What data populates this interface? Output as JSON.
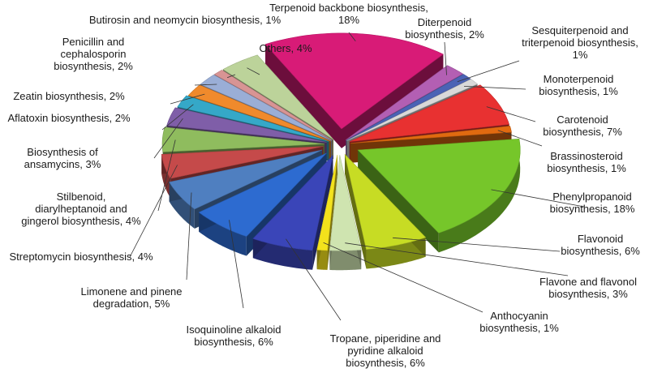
{
  "chart_data": {
    "type": "pie",
    "style": "3d-exploded",
    "slices": [
      {
        "label": "Terpenoid backbone biosynthesis, 18%",
        "value": 18,
        "color": "#d81b77"
      },
      {
        "label": "Diterpenoid biosynthesis, 2%",
        "value": 2,
        "color": "#b35fb3"
      },
      {
        "label": "Sesquiterpenoid and triterpenoid biosynthesis, 1%",
        "value": 1,
        "color": "#4b63b5"
      },
      {
        "label": "Monoterpenoid biosynthesis, 1%",
        "value": 1,
        "color": "#d9d9d9"
      },
      {
        "label": "Carotenoid biosynthesis, 7%",
        "value": 7,
        "color": "#e83131"
      },
      {
        "label": "Brassinosteroid biosynthesis, 1%",
        "value": 1,
        "color": "#e06a10"
      },
      {
        "label": "Phenylpropanoid biosynthesis, 18%",
        "value": 18,
        "color": "#76c62a"
      },
      {
        "label": "Flavonoid biosynthesis, 6%",
        "value": 6,
        "color": "#c7dc24"
      },
      {
        "label": "Flavone and flavonol biosynthesis, 3%",
        "value": 3,
        "color": "#cfe4b0"
      },
      {
        "label": "Anthocyanin biosynthesis, 1%",
        "value": 1,
        "color": "#f3e21c"
      },
      {
        "label": "Tropane, piperidine and pyridine alkaloid biosynthesis, 6%",
        "value": 6,
        "color": "#3a45b8"
      },
      {
        "label": "Isoquinoline alkaloid biosynthesis, 6%",
        "value": 6,
        "color": "#2d6bd0"
      },
      {
        "label": "Limonene and pinene degradation, 5%",
        "value": 5,
        "color": "#4f7fc0"
      },
      {
        "label": "Streptomycin biosynthesis, 4%",
        "value": 4,
        "color": "#c54a4a"
      },
      {
        "label": "Stilbenoid, diarylheptanoid and gingerol biosynthesis, 4%",
        "value": 4,
        "color": "#8fbc5e"
      },
      {
        "label": "Biosynthesis of ansamycins, 3%",
        "value": 3,
        "color": "#7f5ea8"
      },
      {
        "label": "Aflatoxin biosynthesis, 2%",
        "value": 2,
        "color": "#35a8c8"
      },
      {
        "label": "Zeatin biosynthesis, 2%",
        "value": 2,
        "color": "#f08a2c"
      },
      {
        "label": "Penicillin and cephalosporin biosynthesis, 2%",
        "value": 2,
        "color": "#9aaed6"
      },
      {
        "label": "Butirosin and neomycin biosynthesis, 1%",
        "value": 1,
        "color": "#d89494"
      },
      {
        "label": "Others, 4%",
        "value": 4,
        "color": "#bcd39a"
      }
    ]
  }
}
